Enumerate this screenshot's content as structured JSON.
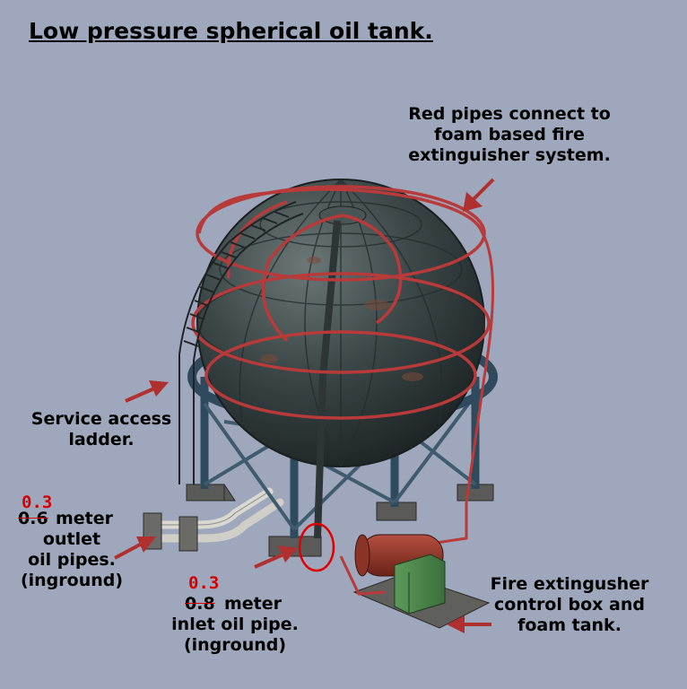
{
  "title": "Low pressure spherical oil tank.",
  "labels": {
    "red_pipes": [
      "Red pipes connect to",
      "foam based fire",
      "extinguisher system."
    ],
    "ladder": [
      "Service access",
      "ladder."
    ],
    "outlet": {
      "new_value": "0.3",
      "old_value": "0.6",
      "lines": [
        "meter",
        "outlet",
        "oil pipes.",
        "(inground)"
      ]
    },
    "inlet": {
      "new_value": "0.3",
      "old_value": "0.8",
      "lines": [
        "meter",
        "inlet oil pipe.",
        "(inground)"
      ]
    },
    "fire_box": [
      "Fire extingusher",
      "control box and",
      "foam tank."
    ]
  },
  "colors": {
    "background": "#9ea7bb",
    "arrow": "#b03030",
    "correction": "#d40000",
    "tank": "#3b4648",
    "legs": "#2f4a5c",
    "fire_pipe": "#b83a3a"
  }
}
